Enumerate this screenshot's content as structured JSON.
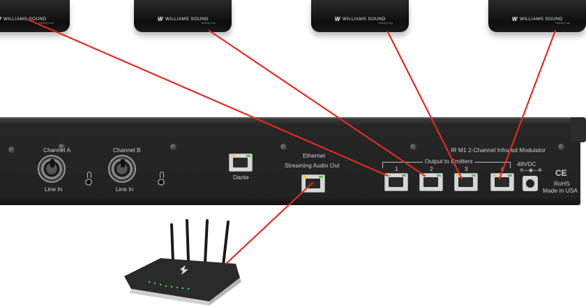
{
  "radiators": [
    {
      "brand": "WILLIAMS SOUND",
      "sub": "Hearing Loop"
    },
    {
      "brand": "WILLIAMS SOUND",
      "sub": "Hearing Loop"
    },
    {
      "brand": "WILLIAMS SOUND",
      "sub": "Hearing Loop"
    },
    {
      "brand": "WILLIAMS SOUND",
      "sub": "Hearing Loop"
    }
  ],
  "panel": {
    "channel_a": "Channel A",
    "channel_b": "Channel B",
    "line_in_a": "Line In",
    "line_in_b": "Line In",
    "dante": "Dante",
    "ethernet": "Ethernet",
    "streaming": "Streaming Audio Out",
    "model": "IR M1  2-Channel Infrared Modulator",
    "output_label": "Output to Emitters",
    "ports": [
      "1",
      "2",
      "3",
      "4"
    ],
    "power": "48VDC",
    "ce": "CE",
    "rohs": "RoHS",
    "made_in": "Made in USA"
  },
  "colors": {
    "cable": "#e02b20",
    "rack": "#262626",
    "radiator": "#111111"
  }
}
